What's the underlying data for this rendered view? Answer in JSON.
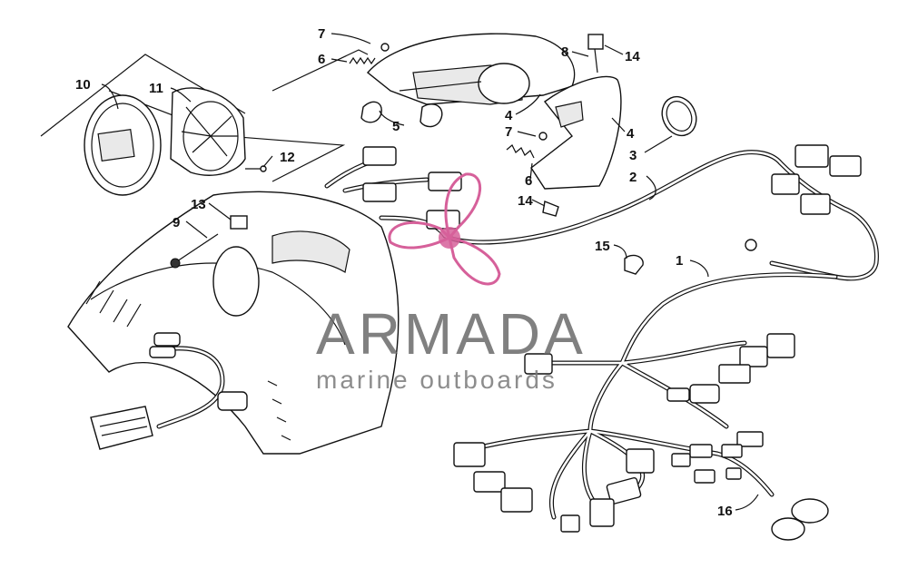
{
  "callouts": {
    "c1": "1",
    "c2": "2",
    "c3": "3",
    "c4a": "4",
    "c4b": "4",
    "c5": "5",
    "c6a": "6",
    "c6b": "6",
    "c7a": "7",
    "c7b": "7",
    "c8": "8",
    "c9": "9",
    "c10": "10",
    "c11": "11",
    "c12": "12",
    "c13": "13",
    "c14a": "14",
    "c14b": "14",
    "c15": "15",
    "c16": "16"
  },
  "watermark": {
    "brand": "ARMADA",
    "tagline": "marine outboards",
    "logo": "propeller-logo",
    "logo_color": "#d6609a"
  },
  "colors": {
    "ink": "#111111",
    "watermark_pink": "#d6609a",
    "watermark_gray": "#6b6b6b"
  }
}
